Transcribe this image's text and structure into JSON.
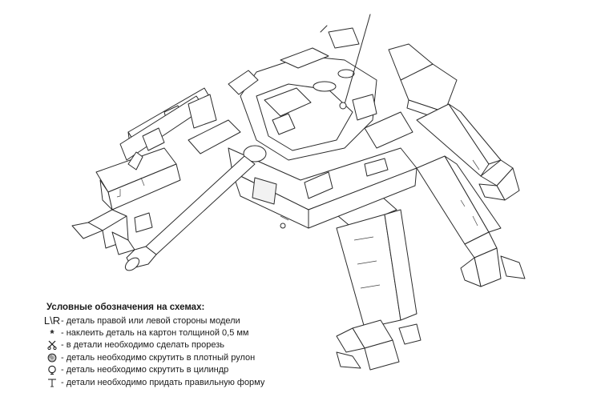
{
  "legend": {
    "title": "Условные обозначения на схемах:",
    "items": [
      {
        "symbol": "L\\R",
        "icon": "lr-symbol",
        "text": "- деталь правой или левой стороны модели"
      },
      {
        "symbol": "*",
        "icon": "asterisk-icon",
        "text": "- наклеить деталь на картон толщиной 0,5 мм"
      },
      {
        "symbol": "",
        "icon": "scissors-icon",
        "text": "- в детали необходимо сделать прорезь"
      },
      {
        "symbol": "",
        "icon": "tight-roll-icon",
        "text": "- деталь необходимо скрутить в плотный рулон"
      },
      {
        "symbol": "",
        "icon": "cylinder-roll-icon",
        "text": "- деталь необходимо скрутить в цилиндр"
      },
      {
        "symbol": "",
        "icon": "shape-form-icon",
        "text": "- детали необходимо придать правильную форму"
      }
    ]
  },
  "colors": {
    "line": "#2b2b2b",
    "paper": "#ffffff"
  }
}
